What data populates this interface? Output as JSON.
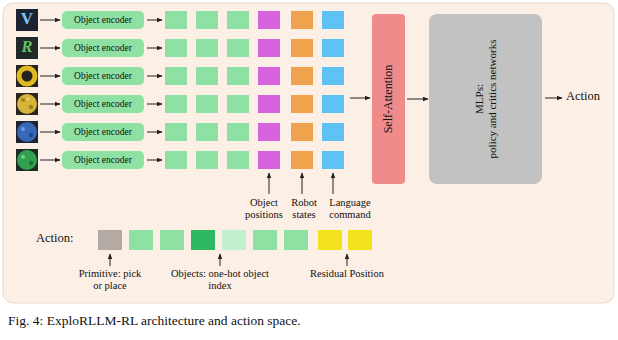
{
  "diagram": {
    "caption": "Fig. 4: ExploRLLM-RL architecture and action space.",
    "nodes": [
      {
        "text": [
          "Object encoder"
        ]
      },
      {
        "text": [
          "Object encoder"
        ]
      },
      {
        "text": [
          "Object encoder"
        ]
      },
      {
        "text": [
          "Object encoder"
        ]
      },
      {
        "text": [
          "Object encoder"
        ]
      },
      {
        "text": [
          "Object encoder"
        ]
      },
      {
        "text": [
          "Self-Attention"
        ]
      },
      {
        "text": [
          "MLPs:",
          "policy and critics networks"
        ]
      }
    ],
    "edges": [
      {
        "from": 6,
        "to": 7,
        "arrow": "to"
      }
    ],
    "labels": [
      "V",
      "R",
      "Object positions",
      "Robot states",
      "Language command",
      "Action:",
      "Primitive: pick or place",
      "Objects: one-hot object index",
      "Residual Position",
      "Action"
    ]
  }
}
